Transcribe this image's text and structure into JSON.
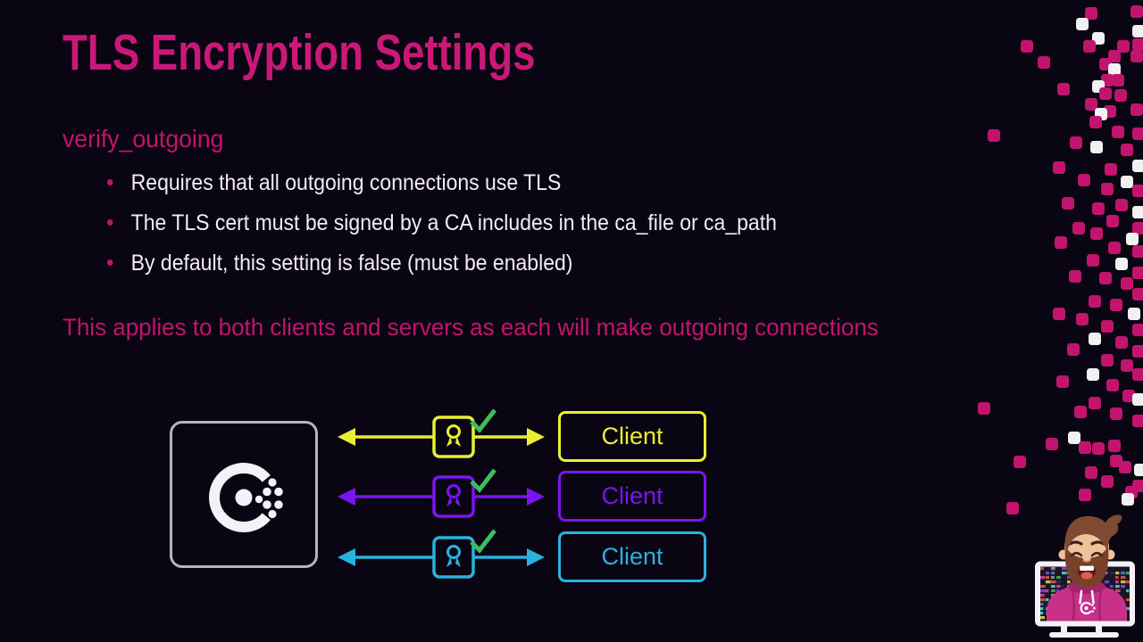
{
  "slide": {
    "title": "TLS Encryption Settings",
    "subtitle": "verify_outgoing",
    "bullets": [
      "Requires that all outgoing connections use TLS",
      "The TLS cert must be signed by a CA includes in the ca_file or ca_path",
      "By default, this setting is false (must be enabled)"
    ],
    "note": "This applies to both clients and servers as each will make outgoing connections",
    "text_colors": {
      "accent_pink": "#c2146e",
      "title_pink": "#cb1878",
      "body_white": "#f1edf3"
    }
  },
  "diagram": {
    "server_icon": "consul-logo",
    "server_box_border": "#b5b3bc",
    "cert_icon": "certificate-icon",
    "check_icon": "check-icon",
    "check_color": "#3dbd5e",
    "rows": [
      {
        "label": "Client",
        "color": "#e9ee32",
        "line": "yellow"
      },
      {
        "label": "Client",
        "color": "#7a15f0",
        "line": "purple"
      },
      {
        "label": "Client",
        "color": "#29b2de",
        "line": "cyan"
      }
    ]
  },
  "decor": {
    "square_colors": [
      "#c2146e",
      "#f2f0f2"
    ],
    "squares": [
      [
        1222,
        15,
        0
      ],
      [
        1273,
        13,
        0
      ],
      [
        1212,
        27,
        1
      ],
      [
        1150,
        52,
        0
      ],
      [
        1169,
        70,
        0
      ],
      [
        1275,
        35,
        1
      ],
      [
        1230,
        43,
        1
      ],
      [
        1220,
        52,
        0
      ],
      [
        1258,
        52,
        0
      ],
      [
        1275,
        50,
        0
      ],
      [
        1248,
        63,
        0
      ],
      [
        1273,
        63,
        0
      ],
      [
        1238,
        72,
        0
      ],
      [
        1248,
        78,
        1
      ],
      [
        1240,
        90,
        0
      ],
      [
        1252,
        90,
        0
      ],
      [
        1230,
        97,
        1
      ],
      [
        1191,
        100,
        0
      ],
      [
        1238,
        105,
        0
      ],
      [
        1255,
        107,
        0
      ],
      [
        1222,
        117,
        0
      ],
      [
        1243,
        125,
        0
      ],
      [
        1273,
        123,
        0
      ],
      [
        1233,
        128,
        1
      ],
      [
        1227,
        137,
        0
      ],
      [
        1113,
        152,
        0
      ],
      [
        1252,
        148,
        0
      ],
      [
        1275,
        150,
        0
      ],
      [
        1205,
        160,
        0
      ],
      [
        1228,
        165,
        1
      ],
      [
        1262,
        168,
        0
      ],
      [
        1186,
        188,
        0
      ],
      [
        1244,
        190,
        0
      ],
      [
        1275,
        186,
        1
      ],
      [
        1214,
        202,
        0
      ],
      [
        1262,
        204,
        1
      ],
      [
        1240,
        212,
        0
      ],
      [
        1275,
        214,
        0
      ],
      [
        1196,
        228,
        0
      ],
      [
        1230,
        234,
        0
      ],
      [
        1256,
        230,
        0
      ],
      [
        1275,
        238,
        1
      ],
      [
        1246,
        248,
        0
      ],
      [
        1208,
        256,
        0
      ],
      [
        1275,
        256,
        0
      ],
      [
        1228,
        262,
        0
      ],
      [
        1268,
        268,
        1
      ],
      [
        1188,
        272,
        0
      ],
      [
        1248,
        278,
        0
      ],
      [
        1275,
        282,
        0
      ],
      [
        1224,
        292,
        0
      ],
      [
        1256,
        296,
        1
      ],
      [
        1275,
        306,
        0
      ],
      [
        1204,
        310,
        0
      ],
      [
        1238,
        312,
        0
      ],
      [
        1262,
        318,
        0
      ],
      [
        1275,
        330,
        0
      ],
      [
        1226,
        338,
        0
      ],
      [
        1250,
        342,
        0
      ],
      [
        1186,
        352,
        0
      ],
      [
        1270,
        352,
        1
      ],
      [
        1212,
        358,
        0
      ],
      [
        1240,
        366,
        0
      ],
      [
        1275,
        370,
        0
      ],
      [
        1226,
        380,
        1
      ],
      [
        1256,
        384,
        0
      ],
      [
        1202,
        392,
        0
      ],
      [
        1275,
        394,
        0
      ],
      [
        1240,
        404,
        0
      ],
      [
        1262,
        410,
        0
      ],
      [
        1224,
        420,
        1
      ],
      [
        1275,
        420,
        0
      ],
      [
        1190,
        428,
        0
      ],
      [
        1246,
        432,
        0
      ],
      [
        1264,
        444,
        0
      ],
      [
        1102,
        458,
        0
      ],
      [
        1226,
        452,
        0
      ],
      [
        1275,
        448,
        1
      ],
      [
        1210,
        462,
        0
      ],
      [
        1250,
        464,
        0
      ],
      [
        1275,
        472,
        0
      ],
      [
        1178,
        498,
        0
      ],
      [
        1203,
        491,
        1
      ],
      [
        1215,
        502,
        0
      ],
      [
        1230,
        503,
        0
      ],
      [
        1248,
        500,
        0
      ],
      [
        1142,
        518,
        0
      ],
      [
        1250,
        517,
        0
      ],
      [
        1277,
        527,
        1
      ],
      [
        1222,
        530,
        0
      ],
      [
        1260,
        524,
        0
      ],
      [
        1240,
        540,
        0
      ],
      [
        1275,
        545,
        0
      ],
      [
        1215,
        555,
        0
      ],
      [
        1267,
        552,
        0
      ],
      [
        1263,
        560,
        1
      ],
      [
        1134,
        570,
        0
      ]
    ]
  },
  "webcam": {
    "subject": "presenter-avatar-on-monitor",
    "colors": {
      "monitor": "#f4f2f6",
      "screen": "#1b1526",
      "hoodie": "#c9308a",
      "hoodie-dark": "#a2246c",
      "skin": "#f0c29c",
      "skin-dark": "#dfa079",
      "hair": "#7d4a32",
      "beard": "#7a4129",
      "mouth": "#571c17",
      "tongue": "#e05c55",
      "line": "#3a261d"
    },
    "noise_palette": [
      "#3f9e4e",
      "#7b3fd1",
      "#3f6fd1",
      "#c9c13f",
      "#c94f3f",
      "#3fc1b4",
      "#c13f96",
      "#8a8a93",
      "#2e2640"
    ]
  }
}
